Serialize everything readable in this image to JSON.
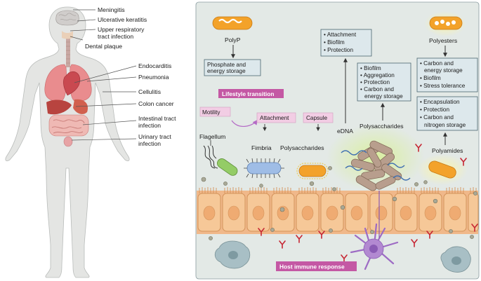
{
  "body_panel": {
    "labels": {
      "meningitis": "Meningitis",
      "ulcerative_keratitis": "Ulcerative keratitis",
      "upper_resp_1": "Upper respiratory",
      "upper_resp_2": "tract infection",
      "dental_plaque": "Dental plaque",
      "endocarditis": "Endocarditis",
      "pneumonia": "Pneumonia",
      "cellulitis": "Cellulitis",
      "colon_cancer": "Colon cancer",
      "intestinal_1": "Intestinal tract",
      "intestinal_2": "infection",
      "urinary_1": "Urinary tract",
      "urinary_2": "infection"
    }
  },
  "mechanism_panel": {
    "polyp": "PolyP",
    "phosphate_1": "Phosphate and",
    "phosphate_2": "energy storage",
    "lifestyle_transition": "Lifestyle transition",
    "motility": "Motility",
    "attachment": "Attachment",
    "capsule": "Capsule",
    "flagellum": "Flagellum",
    "fimbria": "Fimbria",
    "polysaccharides_1": "Polysaccharides",
    "edna": "eDNA",
    "edna_box": [
      "Attachment",
      "Biofilm",
      "Protection"
    ],
    "biofilm_box": [
      "Biofilm",
      "Aggregation",
      "Protection",
      "Carbon and",
      "energy storage"
    ],
    "polysaccharides_2": "Polysaccharides",
    "polyesters": "Polyesters",
    "polyester_box": [
      "Carbon and",
      "energy storage",
      "Biofilm",
      "Stress tolerance"
    ],
    "polyamide_box": [
      "Encapsulation",
      "Protection",
      "Carbon and",
      "nitrogen storage"
    ],
    "polyamides": "Polyamides",
    "host_immune": "Host immune response"
  },
  "colors": {
    "panel_bg": "#e3e9e6",
    "box_fill": "#dde8ec",
    "box_stroke": "#4b6470",
    "pink_tag": "#f2cde4",
    "magenta_tag": "#c458a4",
    "cell_fill": "#f4c48e",
    "cell_stroke": "#d3935a",
    "bacterium_orange": "#f3a22a",
    "bacterium_blue": "#9fbde6",
    "bacterium_green": "#94cc66",
    "biofilm_rod": "#b89e8d",
    "immune_purple": "#b289d1",
    "macrophage": "#a8bfc5",
    "antibody": "#c62633"
  }
}
